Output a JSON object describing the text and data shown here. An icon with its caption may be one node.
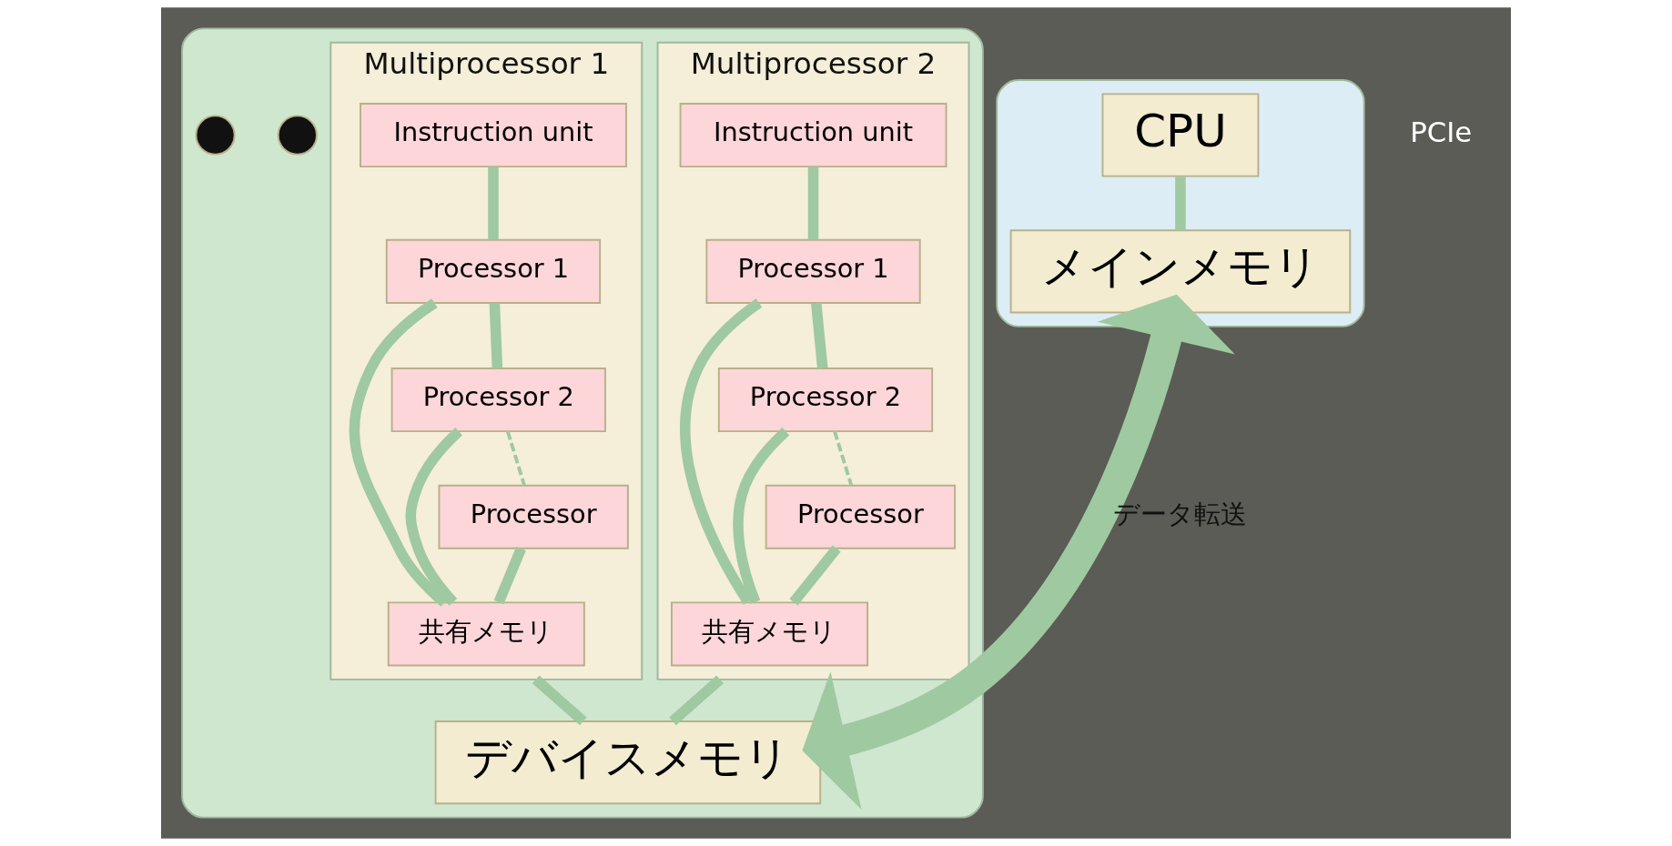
{
  "diagram": {
    "nodes": [
      {
        "text": [],
        "shape": "box"
      },
      {
        "text": [
          "CPU"
        ],
        "in": 0
      },
      {
        "text": [
          "メインメモリ"
        ],
        "in": 0
      },
      {
        "text": [],
        "shape": "box"
      },
      {
        "text": [
          "Multiprocessor 1"
        ],
        "in": 3
      },
      {
        "text": [
          "Instruction unit"
        ],
        "in": 4
      },
      {
        "text": [
          "Processor 1"
        ],
        "in": 4
      },
      {
        "text": [
          "Processor 2"
        ],
        "in": 4
      },
      {
        "text": [
          "Processor"
        ],
        "in": 4
      },
      {
        "text": [
          "共有メモリ"
        ],
        "in": 4
      },
      {
        "text": [
          "Multiprocessor 2"
        ],
        "in": 3
      },
      {
        "text": [
          "Instruction unit"
        ],
        "in": 10
      },
      {
        "text": [
          "Processor 1"
        ],
        "in": 10
      },
      {
        "text": [
          "Processor 2"
        ],
        "in": 10
      },
      {
        "text": [
          "Processor"
        ],
        "in": 10
      },
      {
        "text": [
          "共有メモリ"
        ],
        "in": 10
      },
      {
        "text": [
          "デバイスメモリ"
        ],
        "in": 3
      },
      {
        "text": [],
        "shape": "circle",
        "in": 3
      },
      {
        "text": [],
        "shape": "circle",
        "in": 3
      }
    ],
    "edges": [
      {
        "from": 1,
        "to": 2,
        "arrow": "none"
      },
      {
        "from": 5,
        "to": 6,
        "arrow": "none"
      },
      {
        "from": 6,
        "to": 7,
        "arrow": "none"
      },
      {
        "from": 7,
        "to": 8,
        "arrow": "none",
        "style": "dashed"
      },
      {
        "from": 6,
        "to": 9,
        "arrow": "none"
      },
      {
        "from": 7,
        "to": 9,
        "arrow": "none"
      },
      {
        "from": 8,
        "to": 9,
        "arrow": "none"
      },
      {
        "from": 11,
        "to": 12,
        "arrow": "none"
      },
      {
        "from": 12,
        "to": 13,
        "arrow": "none"
      },
      {
        "from": 13,
        "to": 14,
        "arrow": "none",
        "style": "dashed"
      },
      {
        "from": 12,
        "to": 15,
        "arrow": "none"
      },
      {
        "from": 13,
        "to": 15,
        "arrow": "none"
      },
      {
        "from": 14,
        "to": 15,
        "arrow": "none"
      },
      {
        "from": 4,
        "to": 16,
        "arrow": "none"
      },
      {
        "from": 10,
        "to": 16,
        "arrow": "none"
      },
      {
        "from": 2,
        "to": 16,
        "arrow": "both",
        "style": "thick",
        "label": "データ転送"
      }
    ],
    "labels": [
      "PCIe"
    ]
  }
}
